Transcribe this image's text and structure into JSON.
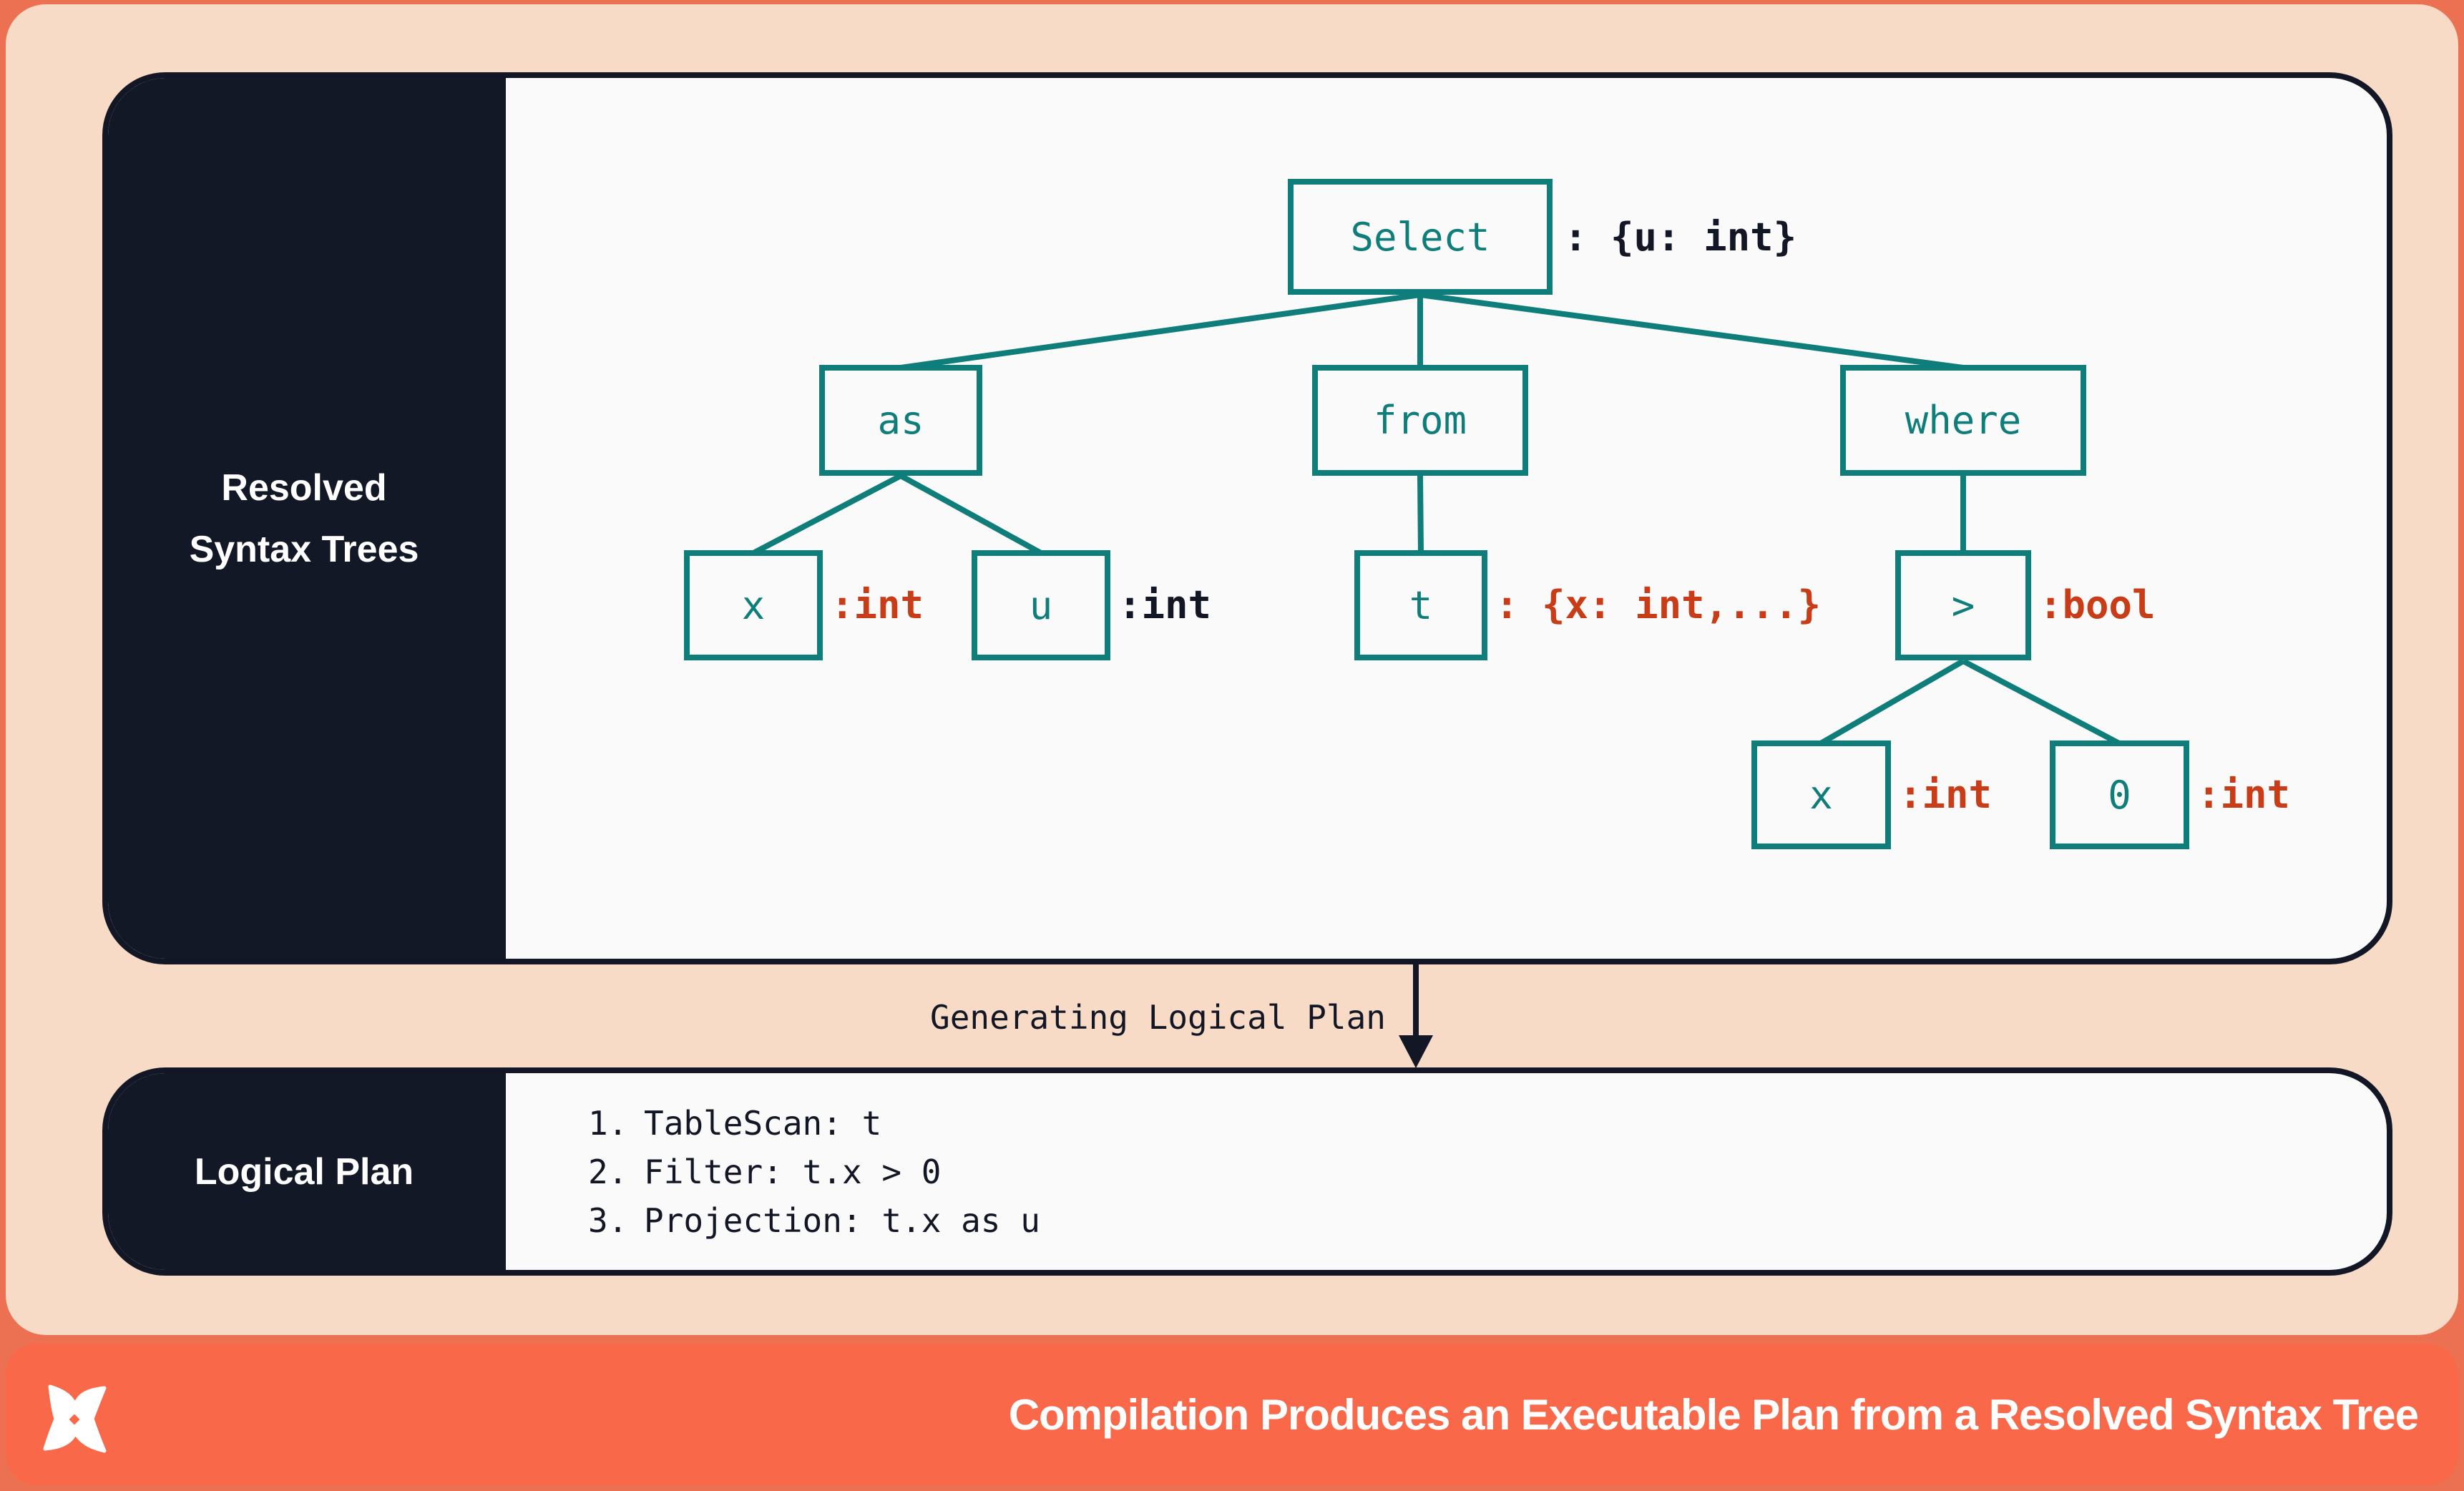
{
  "colors": {
    "frame_orange": "#ec7152",
    "peach_background": "#f8dbc6",
    "footer_orange": "#f96849",
    "navy": "#131725",
    "teal": "#0f7e7a",
    "type_red": "#c83d17",
    "panel_background": "#fafafa",
    "white": "#ffffff"
  },
  "top_panel": {
    "sidebar_label_line1": "Resolved",
    "sidebar_label_line2": "Syntax Trees",
    "tree": {
      "nodes": [
        {
          "id": "select",
          "label": "Select",
          "type_annotation": ": {u: int}",
          "annotation_color": "navy"
        },
        {
          "id": "as",
          "label": "as"
        },
        {
          "id": "from",
          "label": "from"
        },
        {
          "id": "where",
          "label": "where"
        },
        {
          "id": "x1",
          "label": "x",
          "type_annotation": ":int",
          "annotation_color": "red"
        },
        {
          "id": "u",
          "label": "u",
          "type_annotation": ":int",
          "annotation_color": "navy"
        },
        {
          "id": "t",
          "label": "t",
          "type_annotation": ": {x: int,...}",
          "annotation_color": "red"
        },
        {
          "id": "gt",
          "label": ">",
          "type_annotation": ":bool",
          "annotation_color": "red"
        },
        {
          "id": "x2",
          "label": "x",
          "type_annotation": ":int",
          "annotation_color": "red"
        },
        {
          "id": "zero",
          "label": "0",
          "type_annotation": ":int",
          "annotation_color": "red"
        }
      ],
      "edges": [
        [
          "select",
          "as"
        ],
        [
          "select",
          "from"
        ],
        [
          "select",
          "where"
        ],
        [
          "as",
          "x1"
        ],
        [
          "as",
          "u"
        ],
        [
          "from",
          "t"
        ],
        [
          "where",
          "gt"
        ],
        [
          "gt",
          "x2"
        ],
        [
          "gt",
          "zero"
        ]
      ]
    }
  },
  "transition": {
    "label": "Generating Logical Plan"
  },
  "bottom_panel": {
    "sidebar_label": "Logical Plan",
    "steps": [
      {
        "num": "1.",
        "text": "TableScan: t"
      },
      {
        "num": "2.",
        "text": "Filter: t.x > 0"
      },
      {
        "num": "3.",
        "text": "Projection: t.x as u"
      }
    ]
  },
  "footer": {
    "logo": "x-mark-logo",
    "title": "Compilation Produces an Executable Plan from a Resolved Syntax Tree"
  }
}
